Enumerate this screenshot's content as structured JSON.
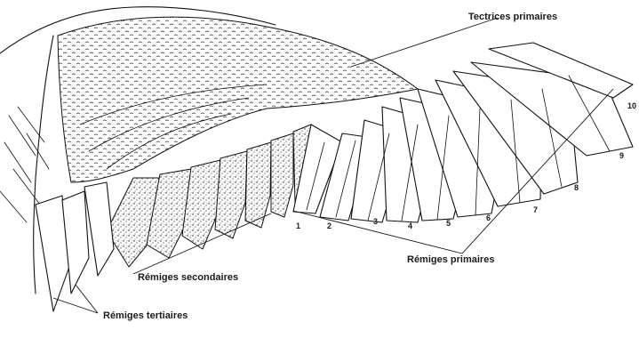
{
  "labels": {
    "primary_coverts": "Tectrices primaires",
    "primary_remiges": "Rémiges primaires",
    "secondary_remiges": "Rémiges secondaires",
    "tertiary_remiges": "Rémiges tertiaires"
  },
  "primary_numbers": [
    "1",
    "2",
    "3",
    "4",
    "5",
    "6",
    "7",
    "8",
    "9",
    "10"
  ],
  "colors": {
    "ink": "#111111",
    "paper": "#ffffff"
  }
}
